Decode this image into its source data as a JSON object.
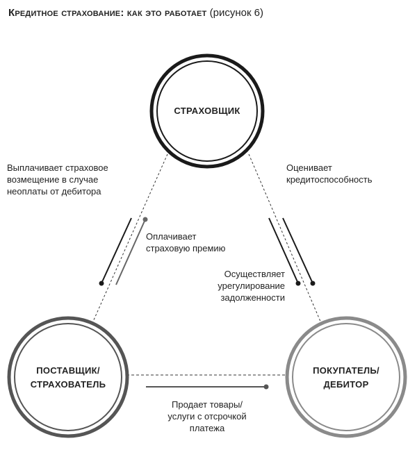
{
  "title": {
    "main": "Кредитное страхование: как это работает",
    "sub": " (рисунок 6)"
  },
  "nodes": {
    "insurer": "СТРАХОВЩИК",
    "supplier": "ПОСТАВЩИК/\nСТРАХОВАТЕЛЬ",
    "buyer": "ПОКУПАТЕЛЬ/\nДЕБИТОР"
  },
  "labels": {
    "pays_compensation": "Выплачивает страховое\nвозмещение в случае\nнеоплаты от дебитора",
    "assesses": "Оценивает\nкредитоспособность",
    "pays_premium": "Оплачивает\nстраховую премию",
    "settles_debt": "Осуществляет\nурегулирование\nзадолженности",
    "sells_goods": "Продает товары/\nуслуги с отсрочкой\nплатежа"
  },
  "colors": {
    "dark": "#1a1a1a",
    "mid": "#555555",
    "light": "#8a8a8a"
  }
}
